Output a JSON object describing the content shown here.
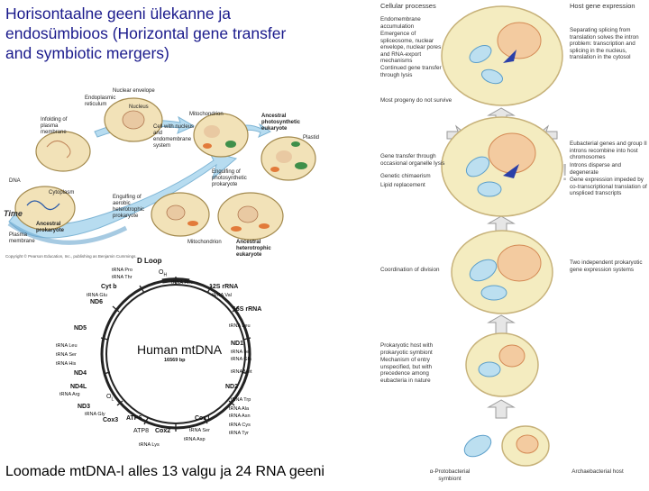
{
  "title": "Horisontaalne geeni ülekanne ja endosümbioos  (Horizontal gene transfer and symbiotic mergers)",
  "caption": "Loomade mtDNA-l alles 13 valgu ja 24 RNA geeni",
  "endo": {
    "labels": {
      "nuclear_envelope": "Nuclear envelope",
      "er": "Endoplasmic reticulum",
      "nucleus": "Nucleus",
      "infolding": "Infolding of plasma membrane",
      "cell_nucleus": "Cell with nucleus and endomembrane system",
      "mitochondrion_top": "Mitochondrion",
      "ancestral_photo": "Ancestral photosynthetic eukaryote",
      "plastid": "Plastid",
      "dna": "DNA",
      "cytoplasm": "Cytoplasm",
      "engulfing_photo": "Engulfing of photosynthetic prokaryote",
      "engulfing_aerobic": "Engulfing of aerobic heterotrophic prokaryote",
      "mitochondrion_bottom": "Mitochondrion",
      "ancestral_prok": "Ancestral prokaryote",
      "time": "Time",
      "plasma_membrane": "Plasma membrane",
      "ancestral_hetero": "Ancestral heterotrophic eukaryote"
    },
    "copyright": "Copyright © Pearson Education, Inc., publishing as Benjamin Cummings."
  },
  "mtdna": {
    "center_title": "Human mtDNA",
    "center_size": "16569 bp",
    "dloop": "D Loop",
    "oh": "O",
    "oh_sub": "H",
    "ol": "O",
    "ol_sub": "L",
    "genes": {
      "cytb": "Cyt b",
      "nd6": "ND6",
      "nd5": "ND5",
      "nd4": "ND4",
      "nd4l": "ND4L",
      "nd3": "ND3",
      "cox3": "Cox3",
      "atp6": "ATP6",
      "atp8": "ATP8",
      "cox2": "Cox2",
      "cox1": "Cox1",
      "nd2": "ND2",
      "nd1": "ND1",
      "r16s": "16S rRNA",
      "r12s": "12S rRNA"
    },
    "trnas": {
      "pro": "tRNA Pro",
      "thr": "tRNA Thr",
      "phe": "tRNA Phe",
      "val": "tRNA Val",
      "glu": "tRNA Glu",
      "leu1": "tRNA Leu",
      "ile": "tRNA Ile",
      "gln": "tRNA Gln",
      "met": "tRNA Met",
      "leu2": "tRNA Leu",
      "ser1": "tRNA Ser",
      "his": "tRNA His",
      "arg": "tRNA Arg",
      "gly": "tRNA Gly",
      "trp": "tRNA Trp",
      "ala": "tRNA Ala",
      "asn": "tRNA Asn",
      "cys": "tRNA Cys",
      "tyr": "tRNA Tyr",
      "ser2": "tRNA Ser",
      "asp": "tRNA Asp",
      "lys": "tRNA Lys"
    }
  },
  "right": {
    "header_left": "Cellular processes",
    "header_right": "Host gene expression",
    "t1": "Endomembrane accumulation",
    "t2": "Emergence of spliceosome, nuclear envelope, nuclear pores and RNA-export mechanisms",
    "t3": "Continued gene transfer through lysis",
    "t4": "Most progeny do not survive",
    "t5": "Gene transfer through occasional organelle lysis",
    "t6": "Genetic chimaerism",
    "t7": "Lipid replacement",
    "t8": "Coordination of division",
    "t9": "Prokaryotic host with prokaryotic symbiont",
    "t10": "Mechanism of entry unspecified, but with precedence among eubacteria in nature",
    "r1": "Separating splicing from translation solves the intron problem: transcription and splicing in the nucleus, translation in the cytosol",
    "r2": "Eubacterial genes and group II introns recombine into host chromosomes",
    "r3": "Introns disperse and degenerate",
    "r4": "Gene expression impeded by co-transcriptional translation of unspliced transcripts",
    "r5": "Two independent prokaryotic gene expression systems",
    "b1": "α-Protobacterial symbiont",
    "b2": "Archaebacterial host"
  }
}
